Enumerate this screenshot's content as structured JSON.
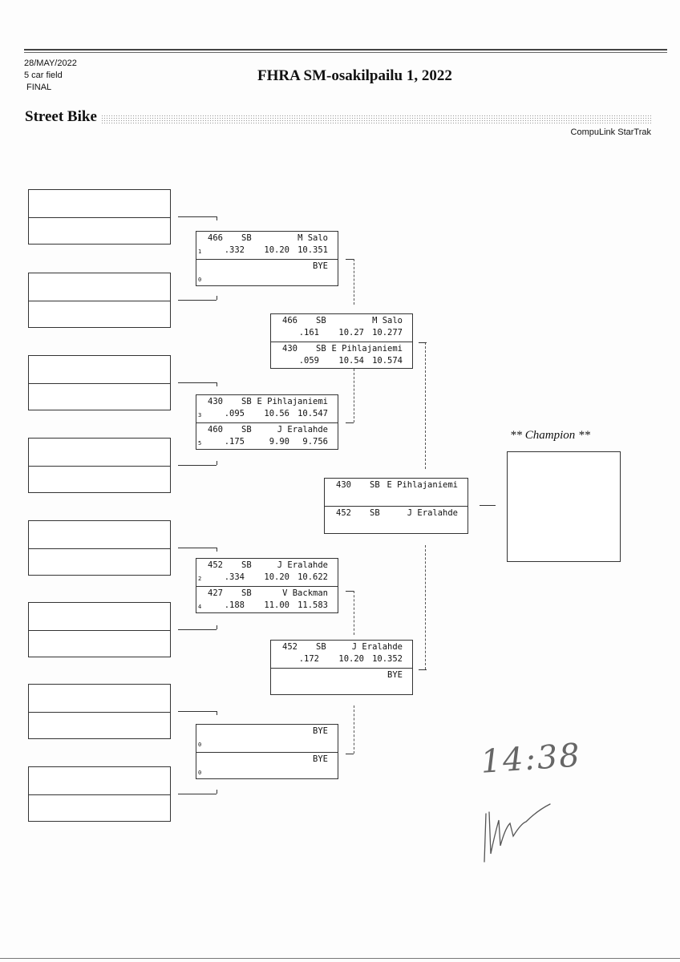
{
  "header": {
    "date": "28/MAY/2022",
    "field": "5 car field",
    "status": "FINAL",
    "title": "FHRA SM-osakilpailu 1, 2022",
    "class_name": "Street Bike",
    "software": "CompuLink StarTrak"
  },
  "champion": {
    "title": "** Champion **"
  },
  "handwriting": {
    "time": "14:38",
    "signature": "signature"
  },
  "round1": [
    {
      "lanes": [
        {
          "number": "466",
          "class": "SB",
          "name": "M Salo",
          "seed": "1",
          "rt": ".332",
          "dial": "10.20",
          "et": "10.351"
        },
        {
          "number": "",
          "class": "",
          "name": "BYE",
          "seed": "0",
          "rt": "",
          "dial": "",
          "et": ""
        }
      ]
    },
    {
      "lanes": [
        {
          "number": "430",
          "class": "SB",
          "name": "E Pihlajaniemi",
          "seed": "3",
          "rt": ".095",
          "dial": "10.56",
          "et": "10.547"
        },
        {
          "number": "460",
          "class": "SB",
          "name": "J Eralahde",
          "seed": "5",
          "rt": ".175",
          "dial": "9.90",
          "et": "9.756"
        }
      ]
    },
    {
      "lanes": [
        {
          "number": "452",
          "class": "SB",
          "name": "J Eralahde",
          "seed": "2",
          "rt": ".334",
          "dial": "10.20",
          "et": "10.622"
        },
        {
          "number": "427",
          "class": "SB",
          "name": "V Backman",
          "seed": "4",
          "rt": ".188",
          "dial": "11.00",
          "et": "11.583"
        }
      ]
    },
    {
      "lanes": [
        {
          "number": "",
          "class": "",
          "name": "BYE",
          "seed": "0",
          "rt": "",
          "dial": "",
          "et": ""
        },
        {
          "number": "",
          "class": "",
          "name": "BYE",
          "seed": "0",
          "rt": "",
          "dial": "",
          "et": ""
        }
      ]
    }
  ],
  "round2": [
    {
      "lanes": [
        {
          "number": "466",
          "class": "SB",
          "name": "M Salo",
          "seed": "",
          "rt": ".161",
          "dial": "10.27",
          "et": "10.277"
        },
        {
          "number": "430",
          "class": "SB",
          "name": "E Pihlajaniemi",
          "seed": "",
          "rt": ".059",
          "dial": "10.54",
          "et": "10.574"
        }
      ]
    },
    {
      "lanes": [
        {
          "number": "452",
          "class": "SB",
          "name": "J Eralahde",
          "seed": "",
          "rt": ".172",
          "dial": "10.20",
          "et": "10.352"
        },
        {
          "number": "",
          "class": "",
          "name": "BYE",
          "seed": "",
          "rt": "",
          "dial": "",
          "et": ""
        }
      ]
    }
  ],
  "final": [
    {
      "lanes": [
        {
          "number": "430",
          "class": "SB",
          "name": "E Pihlajaniemi",
          "seed": "",
          "rt": "",
          "dial": "",
          "et": ""
        },
        {
          "number": "452",
          "class": "SB",
          "name": "J Eralahde",
          "seed": "",
          "rt": "",
          "dial": "",
          "et": ""
        }
      ]
    }
  ]
}
